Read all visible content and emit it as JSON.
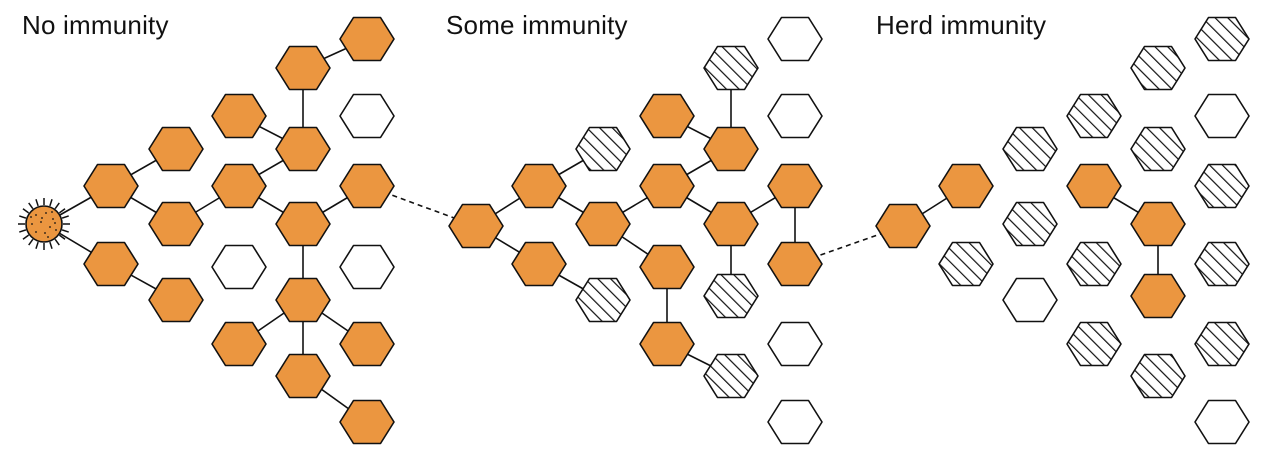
{
  "panels": [
    {
      "title": "No immunity",
      "nodes": [
        [
          "a",
          367,
          39,
          "infected"
        ],
        [
          "b",
          303,
          68,
          "infected"
        ],
        [
          "c",
          239,
          116,
          "infected"
        ],
        [
          "d",
          367,
          116,
          "unvaccinated"
        ],
        [
          "e",
          176,
          149,
          "infected"
        ],
        [
          "f",
          303,
          149,
          "infected"
        ],
        [
          "g",
          111,
          186,
          "infected"
        ],
        [
          "h",
          239,
          186,
          "infected"
        ],
        [
          "i",
          367,
          186,
          "infected"
        ],
        [
          "j",
          176,
          224,
          "infected"
        ],
        [
          "k",
          303,
          224,
          "infected"
        ],
        [
          "l",
          111,
          264,
          "infected"
        ],
        [
          "m",
          239,
          267,
          "unvaccinated"
        ],
        [
          "n",
          367,
          267,
          "unvaccinated"
        ],
        [
          "o",
          176,
          300,
          "infected"
        ],
        [
          "p",
          303,
          300,
          "infected"
        ],
        [
          "q",
          239,
          344,
          "infected"
        ],
        [
          "r",
          367,
          344,
          "infected"
        ],
        [
          "s",
          303,
          376,
          "infected"
        ],
        [
          "t",
          367,
          422,
          "infected"
        ]
      ],
      "edges": [
        [
          "a",
          "b"
        ],
        [
          "b",
          "f"
        ],
        [
          "c",
          "f"
        ],
        [
          "f",
          "h"
        ],
        [
          "e",
          "g"
        ],
        [
          "g",
          "j"
        ],
        [
          "j",
          "h"
        ],
        [
          "h",
          "k"
        ],
        [
          "k",
          "i"
        ],
        [
          "k",
          "p"
        ],
        [
          "p",
          "q"
        ],
        [
          "p",
          "r"
        ],
        [
          "p",
          "s"
        ],
        [
          "s",
          "t"
        ],
        [
          "l",
          "o"
        ]
      ]
    },
    {
      "title": "Some immunity",
      "nodes": [
        [
          "a",
          795,
          39,
          "unvaccinated"
        ],
        [
          "b",
          731,
          68,
          "vaccinated"
        ],
        [
          "c",
          667,
          116,
          "infected"
        ],
        [
          "d",
          795,
          116,
          "unvaccinated"
        ],
        [
          "e",
          603,
          149,
          "vaccinated"
        ],
        [
          "f",
          731,
          149,
          "infected"
        ],
        [
          "g",
          539,
          186,
          "infected"
        ],
        [
          "h",
          667,
          186,
          "infected"
        ],
        [
          "i",
          795,
          186,
          "infected"
        ],
        [
          "j",
          603,
          224,
          "infected"
        ],
        [
          "k",
          731,
          224,
          "infected"
        ],
        [
          "l",
          476,
          226,
          "infected"
        ],
        [
          "m",
          539,
          264,
          "infected"
        ],
        [
          "n",
          667,
          267,
          "infected"
        ],
        [
          "o",
          795,
          264,
          "infected"
        ],
        [
          "p",
          603,
          300,
          "vaccinated"
        ],
        [
          "q",
          731,
          296,
          "vaccinated"
        ],
        [
          "r",
          667,
          344,
          "infected"
        ],
        [
          "s",
          795,
          344,
          "unvaccinated"
        ],
        [
          "t",
          731,
          376,
          "vaccinated"
        ],
        [
          "u",
          795,
          422,
          "unvaccinated"
        ]
      ],
      "edges": [
        [
          "b",
          "f"
        ],
        [
          "c",
          "f"
        ],
        [
          "f",
          "h"
        ],
        [
          "h",
          "j"
        ],
        [
          "h",
          "k"
        ],
        [
          "e",
          "g"
        ],
        [
          "g",
          "l"
        ],
        [
          "l",
          "m"
        ],
        [
          "m",
          "p"
        ],
        [
          "j",
          "g"
        ],
        [
          "j",
          "n"
        ],
        [
          "n",
          "r"
        ],
        [
          "r",
          "t"
        ],
        [
          "k",
          "i"
        ],
        [
          "k",
          "q"
        ],
        [
          "i",
          "o"
        ]
      ]
    },
    {
      "title": "Herd immunity",
      "nodes": [
        [
          "a",
          1222,
          39,
          "vaccinated"
        ],
        [
          "b",
          1158,
          68,
          "vaccinated"
        ],
        [
          "c",
          1094,
          116,
          "vaccinated"
        ],
        [
          "d",
          1222,
          116,
          "unvaccinated"
        ],
        [
          "e",
          1030,
          149,
          "vaccinated"
        ],
        [
          "f",
          1158,
          149,
          "vaccinated"
        ],
        [
          "g",
          966,
          186,
          "infected"
        ],
        [
          "h",
          1094,
          186,
          "infected"
        ],
        [
          "i",
          1222,
          186,
          "vaccinated"
        ],
        [
          "j",
          1030,
          224,
          "vaccinated"
        ],
        [
          "k",
          1158,
          224,
          "infected"
        ],
        [
          "l",
          903,
          226,
          "infected"
        ],
        [
          "m",
          966,
          264,
          "vaccinated"
        ],
        [
          "n",
          1094,
          264,
          "vaccinated"
        ],
        [
          "o",
          1222,
          264,
          "vaccinated"
        ],
        [
          "p",
          1030,
          300,
          "unvaccinated"
        ],
        [
          "q",
          1158,
          296,
          "infected"
        ],
        [
          "r",
          1094,
          344,
          "vaccinated"
        ],
        [
          "s",
          1222,
          344,
          "vaccinated"
        ],
        [
          "t",
          1158,
          376,
          "vaccinated"
        ],
        [
          "u",
          1222,
          422,
          "unvaccinated"
        ]
      ],
      "edges": [
        [
          "l",
          "g"
        ],
        [
          "h",
          "k"
        ],
        [
          "k",
          "q"
        ]
      ]
    }
  ],
  "virus": [
    44,
    224
  ],
  "bridges": [
    [
      [
        367,
        186
      ],
      [
        476,
        226
      ]
    ],
    [
      [
        795,
        264
      ],
      [
        903,
        226
      ]
    ]
  ],
  "colors": {
    "infected": "#eb9640",
    "stroke": "#111111",
    "unvaccinated": "#ffffff"
  }
}
